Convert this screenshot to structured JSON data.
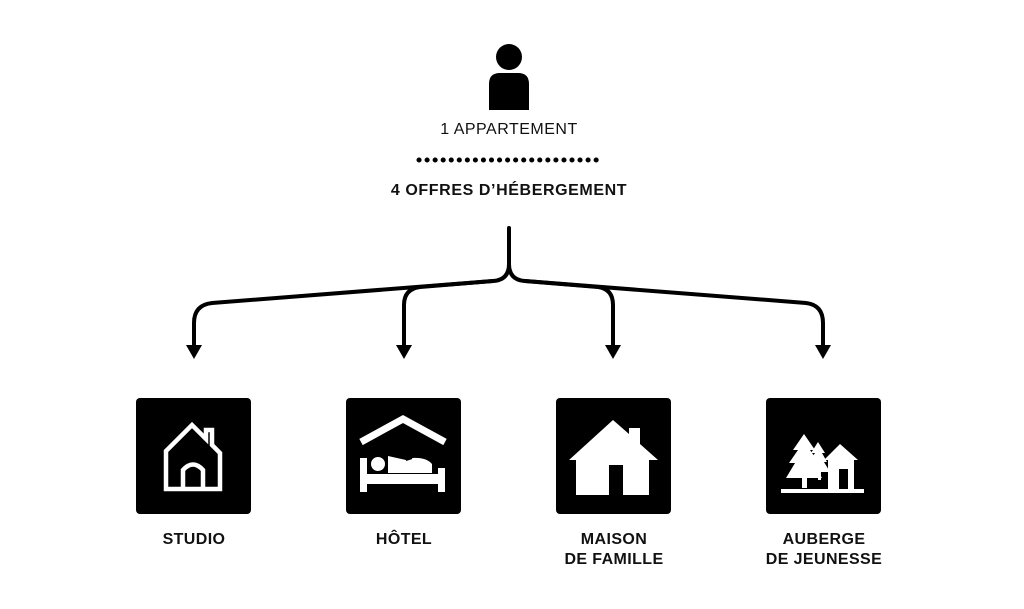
{
  "top": {
    "count_label": "1 APPARTEMENT",
    "offers_label": "4 OFFRES D’HÉBERGEMENT"
  },
  "categories": [
    {
      "lines": [
        "STUDIO"
      ],
      "icon": "house-outline-icon"
    },
    {
      "lines": [
        "HÔTEL"
      ],
      "icon": "hotel-bed-icon"
    },
    {
      "lines": [
        "MAISON",
        "DE FAMILLE"
      ],
      "icon": "house-solid-icon"
    },
    {
      "lines": [
        "AUBERGE",
        "DE JEUNESSE"
      ],
      "icon": "trees-cabin-icon"
    }
  ],
  "colors": {
    "ink": "#000000",
    "background": "#ffffff"
  }
}
